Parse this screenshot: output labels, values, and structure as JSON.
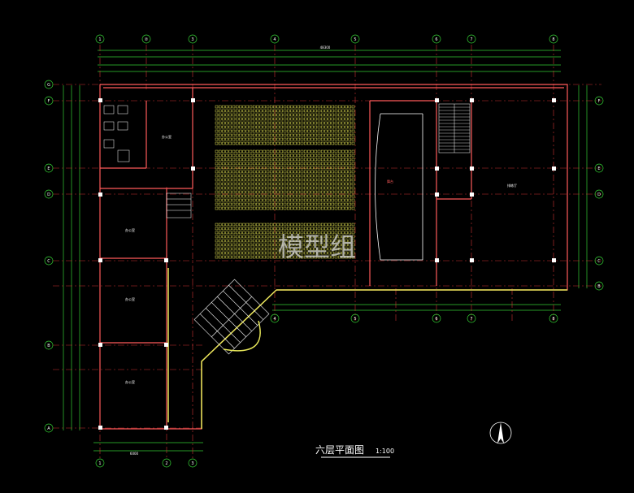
{
  "drawing": {
    "title": "六层平面图",
    "scale": "1:100",
    "watermark": "模型组",
    "grid_top": [
      "1",
      "②",
      "3",
      "4",
      "5",
      "6",
      "7",
      "8"
    ],
    "grid_bottom_left": [
      "1",
      "2",
      "3"
    ],
    "grid_bottom_mid": [
      "4",
      "5",
      "6",
      "7",
      "8"
    ],
    "grid_left": [
      "G",
      "F",
      "E",
      "D",
      "C",
      "B",
      "A"
    ],
    "grid_right": [
      "F",
      "E",
      "D",
      "C",
      "B"
    ],
    "rooms": {
      "office1": "办公室",
      "office2": "办公室",
      "office3": "办公室",
      "office4": "办公室",
      "stage": "舞台",
      "rehearsal": "排练厅"
    },
    "dims": {
      "top_total": "48300",
      "bottom_left": "6000"
    },
    "colors": {
      "background": "#000000",
      "wall": "#ff5a5a",
      "grid": "#cc3333",
      "dim": "#33cc33",
      "seats": "#e8e855",
      "text": "#ffffff",
      "outline": "#e8e85a"
    }
  }
}
